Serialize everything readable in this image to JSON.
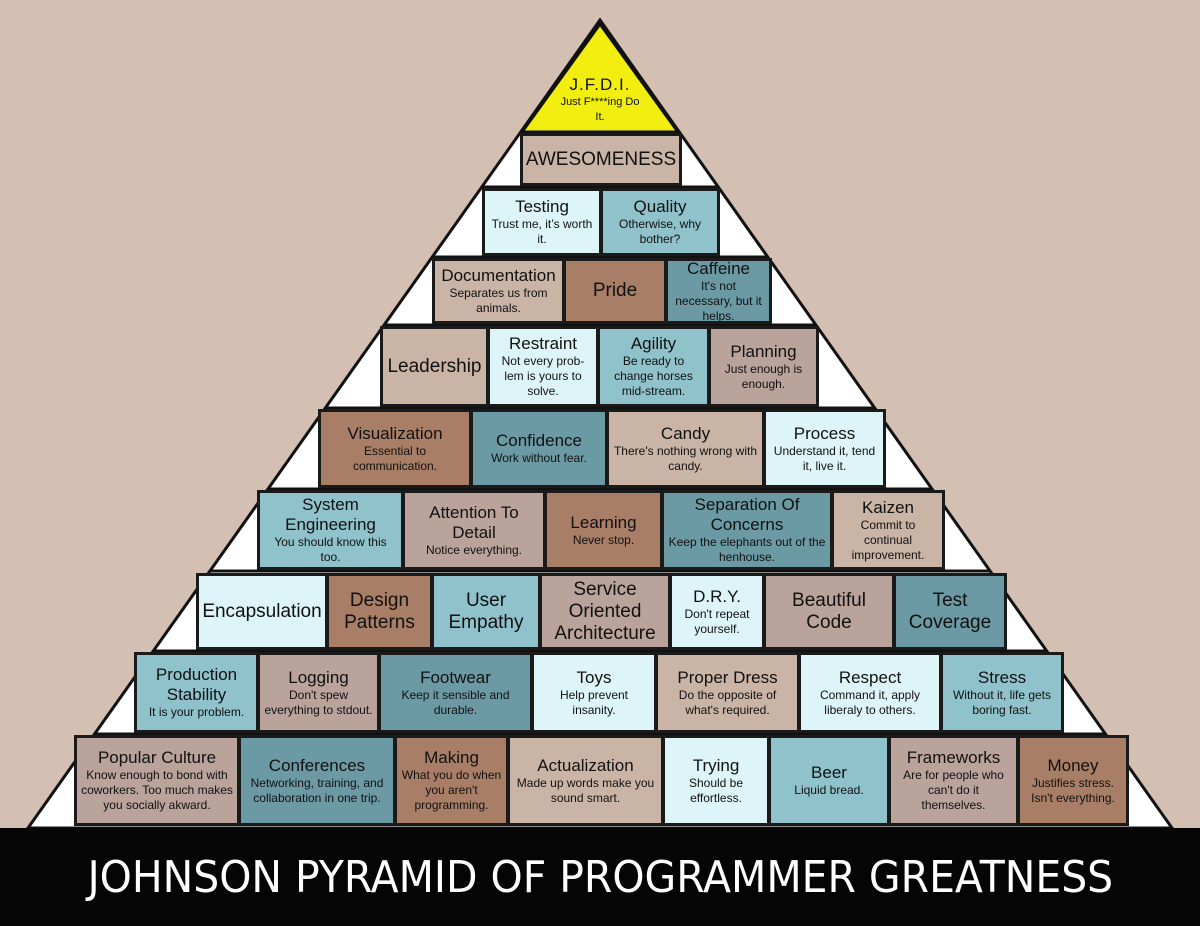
{
  "title": "JOHNSON PYRAMID OF PROGRAMMER GREATNESS",
  "colors": {
    "background": "#d3c0b3",
    "apex": "#f2ee10",
    "light_blue": "#ddf4f8",
    "mid_blue": "#8fc2ca",
    "dark_blue": "#6c9aa4",
    "taupe": "#c9b4a5",
    "brown": "#a97e66",
    "gray_brown": "#b9a39a",
    "banner": "#050505"
  },
  "apex": {
    "title": "J.F.D.I.",
    "desc": "Just F****ing Do It."
  },
  "rows": [
    [
      {
        "title": "AWESOMENESS",
        "desc": "",
        "color": "taupe"
      }
    ],
    [
      {
        "title": "Testing",
        "desc": "Trust me, it’s worth it.",
        "color": "light_blue"
      },
      {
        "title": "Quality",
        "desc": "Otherwise, why bother?",
        "color": "mid_blue"
      }
    ],
    [
      {
        "title": "Documentation",
        "desc": "Separates us from animals.",
        "color": "taupe"
      },
      {
        "title": "Pride",
        "desc": "",
        "color": "brown"
      },
      {
        "title": "Caffeine",
        "desc": "It's not necessary, but it helps.",
        "color": "dark_blue"
      }
    ],
    [
      {
        "title": "Leadership",
        "desc": "",
        "color": "taupe"
      },
      {
        "title": "Restraint",
        "desc": "Not every prob-lem is yours to solve.",
        "color": "light_blue"
      },
      {
        "title": "Agility",
        "desc": "Be ready to change horses mid-stream.",
        "color": "mid_blue"
      },
      {
        "title": "Planning",
        "desc": "Just enough is enough.",
        "color": "gray_brown"
      }
    ],
    [
      {
        "title": "Visualization",
        "desc": "Essential to communication.",
        "color": "brown"
      },
      {
        "title": "Confidence",
        "desc": "Work without fear.",
        "color": "dark_blue"
      },
      {
        "title": "Candy",
        "desc": "There's nothing wrong with candy.",
        "color": "taupe"
      },
      {
        "title": "Process",
        "desc": "Understand it, tend it, live it.",
        "color": "light_blue"
      }
    ],
    [
      {
        "title": "System Engineering",
        "desc": "You should know this too.",
        "color": "mid_blue"
      },
      {
        "title": "Attention To Detail",
        "desc": "Notice everything.",
        "color": "gray_brown"
      },
      {
        "title": "Learning",
        "desc": "Never stop.",
        "color": "brown"
      },
      {
        "title": "Separation Of Concerns",
        "desc": "Keep the elephants out of the henhouse.",
        "color": "dark_blue"
      },
      {
        "title": "Kaizen",
        "desc": "Commit to continual improvement.",
        "color": "taupe"
      }
    ],
    [
      {
        "title": "Encapsulation",
        "desc": "",
        "color": "light_blue"
      },
      {
        "title": "Design Patterns",
        "desc": "",
        "color": "brown"
      },
      {
        "title": "User Empathy",
        "desc": "",
        "color": "mid_blue"
      },
      {
        "title": "Service Oriented Architecture",
        "desc": "",
        "color": "gray_brown"
      },
      {
        "title": "D.R.Y.",
        "desc": "Don't repeat yourself.",
        "color": "light_blue"
      },
      {
        "title": "Beautiful Code",
        "desc": "",
        "color": "gray_brown"
      },
      {
        "title": "Test Coverage",
        "desc": "",
        "color": "dark_blue"
      }
    ],
    [
      {
        "title": "Production Stability",
        "desc": "It is your problem.",
        "color": "mid_blue"
      },
      {
        "title": "Logging",
        "desc": "Don't spew everything to stdout.",
        "color": "gray_brown"
      },
      {
        "title": "Footwear",
        "desc": "Keep it sensible and durable.",
        "color": "dark_blue"
      },
      {
        "title": "Toys",
        "desc": "Help prevent insanity.",
        "color": "light_blue"
      },
      {
        "title": "Proper Dress",
        "desc": "Do the opposite of what's required.",
        "color": "taupe"
      },
      {
        "title": "Respect",
        "desc": "Command it, apply liberaly to others.",
        "color": "light_blue"
      },
      {
        "title": "Stress",
        "desc": "Without it, life gets boring fast.",
        "color": "mid_blue"
      }
    ],
    [
      {
        "title": "Popular Culture",
        "desc": "Know enough to bond with coworkers. Too much makes you socially akward.",
        "color": "gray_brown"
      },
      {
        "title": "Conferences",
        "desc": "Networking, training, and collaboration in one trip.",
        "color": "dark_blue"
      },
      {
        "title": "Making",
        "desc": "What you do when you aren't programming.",
        "color": "brown"
      },
      {
        "title": "Actualization",
        "desc": "Made up words make you sound smart.",
        "color": "taupe"
      },
      {
        "title": "Trying",
        "desc": "Should be effortless.",
        "color": "light_blue"
      },
      {
        "title": "Beer",
        "desc": "Liquid bread.",
        "color": "mid_blue"
      },
      {
        "title": "Frameworks",
        "desc": "Are for people who can't do it themselves.",
        "color": "gray_brown"
      },
      {
        "title": "Money",
        "desc": "Justifies stress. Isn't everything.",
        "color": "brown"
      }
    ]
  ]
}
